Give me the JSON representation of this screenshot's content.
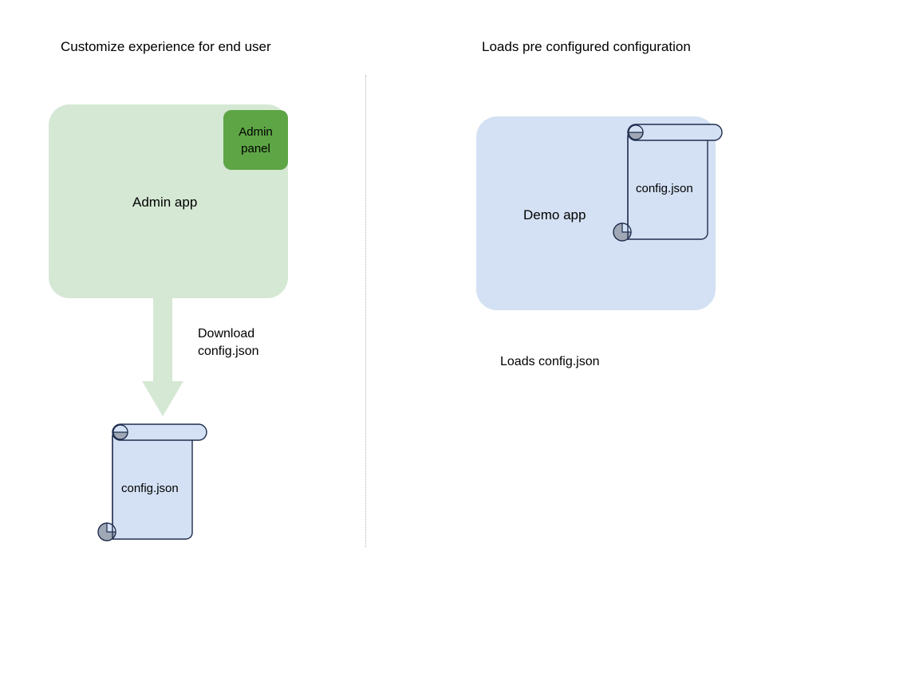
{
  "diagram": {
    "background_color": "#ffffff",
    "divider": {
      "name": "vertical-dotted-divider",
      "color": "#b0b0b0",
      "style": "dotted"
    },
    "columns": [
      {
        "title": "Customize experience for end user",
        "app_box": {
          "label": "Admin app",
          "fill_color": "#d5e8d4",
          "sub_box": {
            "label": "Admin\npanel",
            "label_line1": "Admin",
            "label_line2": "panel",
            "fill_color": "#5ea546"
          }
        },
        "arrow": {
          "name": "download-arrow",
          "direction": "down",
          "fill_color": "#d5e8d4",
          "label_line1": "Download",
          "label_line2": "config.json"
        },
        "document": {
          "label": "config.json",
          "fill_color": "#d4e1f4",
          "stroke_color": "#1f2d4d",
          "curl_color": "#9fa8b4"
        }
      },
      {
        "title": "Loads pre configured configuration",
        "app_box": {
          "label": "Demo app",
          "fill_color": "#d4e1f4"
        },
        "document": {
          "label": "config.json",
          "fill_color": "#d4e1f4",
          "stroke_color": "#1f2d4d",
          "curl_color": "#9fa8b4"
        },
        "caption": "Loads config.json"
      }
    ]
  }
}
